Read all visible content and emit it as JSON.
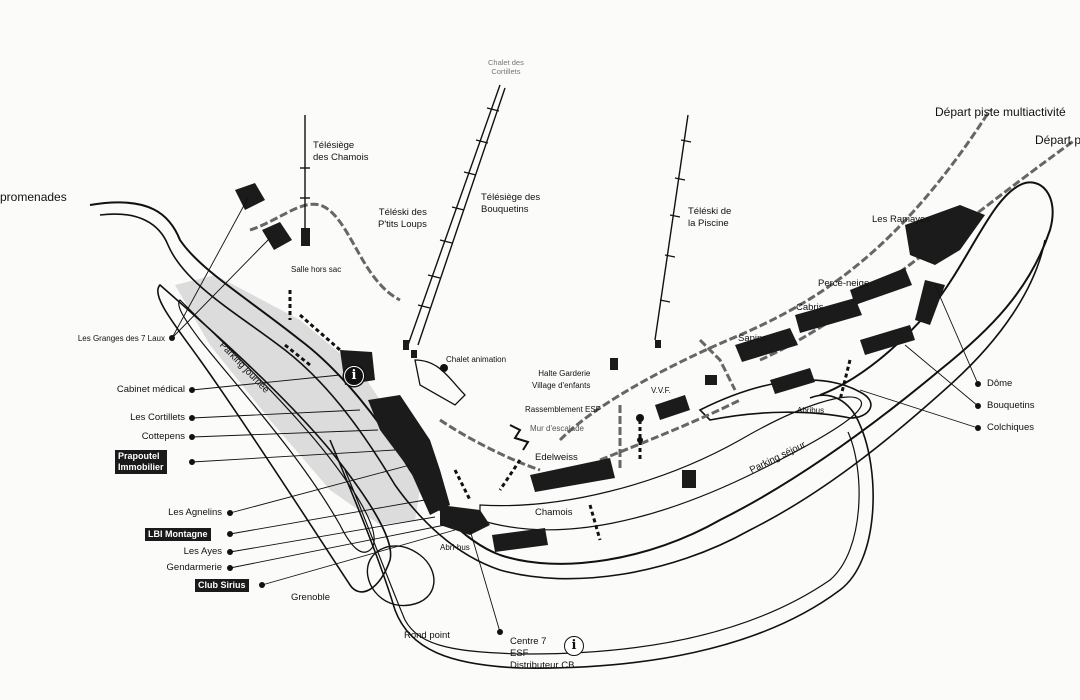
{
  "labels": {
    "promenades": "promenades",
    "telesiege_chamois": "Télésiège\ndes Chamois",
    "chalet_cortillets": "Chalet des\nCortillets",
    "teleski_ptits_loups": "Téléski des\nP'tits Loups",
    "telesiege_bouquetins": "Télésiège des\nBouquetins",
    "teleski_piscine": "Téléski de\nla Piscine",
    "depart_multiactivite": "Départ piste multiactivité",
    "depart_p": "Départ p",
    "les_ramayes": "Les Ramayes",
    "perce_neige": "Perce-neige",
    "cabris": "Cabris",
    "sapins": "Sapins",
    "salle_hors_sac": "Salle hors sac",
    "parking_journee": "Parking journée",
    "chalet_animation": "Chalet animation",
    "halte_garderie": "Halte Garderie\nVillage d'enfants",
    "vvf": "V.V.F.",
    "rassemblement_esf": "Rassemblement ESF",
    "mur_escalade": "Mur d'escalade",
    "edelweiss": "Edelweiss",
    "chamois": "Chamois",
    "abri_bus_top": "Abribus",
    "abri_bus_bottom": "Abri-bus",
    "parking_sejour": "Parking séjour",
    "grenoble": "Grenoble",
    "rond_point": "Rond point",
    "centre7": "Centre 7\nESF\nDistributeur CB",
    "dome": "Dôme",
    "bouquetins": "Bouquetins",
    "colchiques": "Colchiques",
    "granges": "Les Granges des 7 Laux",
    "cabinet_medical": "Cabinet médical",
    "les_cortillets": "Les Cortillets",
    "cottepens": "Cottepens",
    "prapoutel": "Prapoutel\nImmobilier",
    "les_agnelins": "Les Agnelins",
    "lbi_montagne": "LBI Montagne",
    "les_ayes": "Les Ayes",
    "gendarmerie": "Gendarmerie",
    "club_sirius": "Club Sirius",
    "info_symbol": "i"
  }
}
